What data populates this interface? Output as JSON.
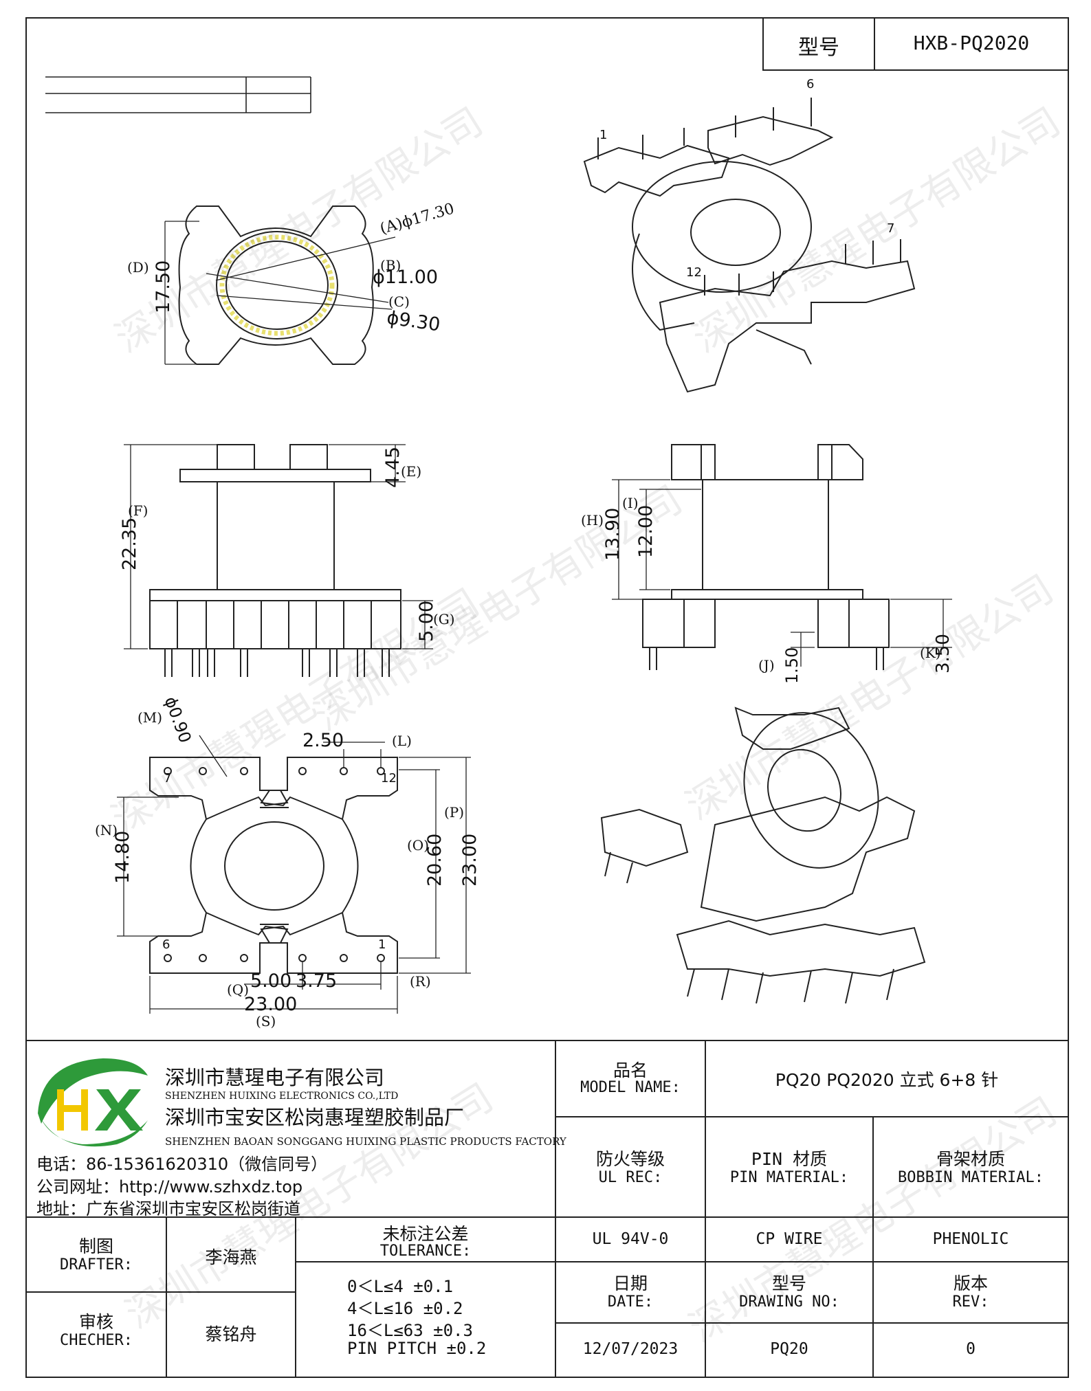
{
  "title_block": {
    "model_label": "型号",
    "model_value": "HXB-PQ2020"
  },
  "watermark_text": "深圳市慧瑆电子有限公司",
  "views": {
    "top": {
      "dim_a": "(A)ϕ17.30",
      "dim_b": "(B)",
      "dim_b_val": "ϕ11.00",
      "dim_c": "(C)",
      "dim_c_val": "ϕ9.30",
      "dim_d": "(D)",
      "dim_d_val": "17.50"
    },
    "iso_top": {
      "pin1": "1",
      "pin6": "6",
      "pin7": "7",
      "pin12": "12"
    },
    "front": {
      "dim_e": "(E)",
      "dim_e_val": "4.45",
      "dim_f": "(F)",
      "dim_f_val": "22.35",
      "dim_g": "(G)",
      "dim_g_val": "5.00"
    },
    "side": {
      "dim_h": "(H)",
      "dim_h_val": "13.90",
      "dim_i": "(I)",
      "dim_i_val": "12.00",
      "dim_j": "(J)",
      "dim_j_val": "1.50",
      "dim_k": "(K)",
      "dim_k_val": "3.50"
    },
    "bottom": {
      "dim_m": "(M)",
      "dim_m_val": "ϕ0.90",
      "dim_l": "(L)",
      "dim_l_val": "2.50",
      "dim_n": "(N)",
      "dim_n_val": "14.80",
      "dim_o": "(O)",
      "dim_o_val": "20.60",
      "dim_p": "(P)",
      "dim_p_val": "23.00",
      "dim_q": "(Q)",
      "dim_q_val": "5.00",
      "dim_r": "(R)",
      "dim_r_val": "3.75",
      "dim_s": "(S)",
      "dim_s_val": "23.00",
      "pin1": "1",
      "pin6": "6",
      "pin7": "7",
      "pin12": "12"
    }
  },
  "company": {
    "name_cn": "深圳市慧瑆电子有限公司",
    "name_en": "SHENZHEN HUIXING ELECTRONICS CO.,LTD",
    "factory_cn": "深圳市宝安区松岗惠瑆塑胶制品厂",
    "factory_en": "SHENZHEN BAOAN SONGGANG HUIXING PLASTIC PRODUCTS FACTORY",
    "phone": "电话：86-15361620310（微信同号）",
    "website": "公司网址：http://www.szhxdz.top",
    "address": "地址：广东省深圳市宝安区松岗街道",
    "logo_text": "HX",
    "logo_colors": {
      "green": "#2e9a3a",
      "yellow": "#f2c700",
      "blue": "#1f5fb8"
    }
  },
  "info": {
    "model_name_cn": "品名",
    "model_name_en": "MODEL NAME:",
    "model_name_value": "PQ20 PQ2020 立式 6+8 针",
    "ul_cn": "防火等级",
    "ul_en": "UL REC:",
    "pin_cn": "PIN 材质",
    "pin_en": "PIN MATERIAL:",
    "bobbin_cn": "骨架材质",
    "bobbin_en": "BOBBIN MATERIAL:",
    "ul_value": "UL 94V-0",
    "pin_value": "CP WIRE",
    "bobbin_value": "PHENOLIC",
    "date_cn": "日期",
    "date_en": "DATE:",
    "drawing_cn": "型号",
    "drawing_en": "DRAWING NO:",
    "rev_cn": "版本",
    "rev_en": "REV:",
    "date_value": "12/07/2023",
    "drawing_value": "PQ20",
    "rev_value": "0"
  },
  "people": {
    "drafter_cn": "制图",
    "drafter_en": "DRAFTER:",
    "drafter_name": "李海燕",
    "checker_cn": "审核",
    "checker_en": "CHECHER:",
    "checker_name": "蔡铭舟"
  },
  "tolerance": {
    "title_cn": "未标注公差",
    "title_en": "TOLERANCE:",
    "rows": [
      "0＜L≤4 ±0.1",
      "4＜L≤16 ±0.2",
      "16＜L≤63 ±0.3",
      "PIN PITCH ±0.2"
    ]
  }
}
